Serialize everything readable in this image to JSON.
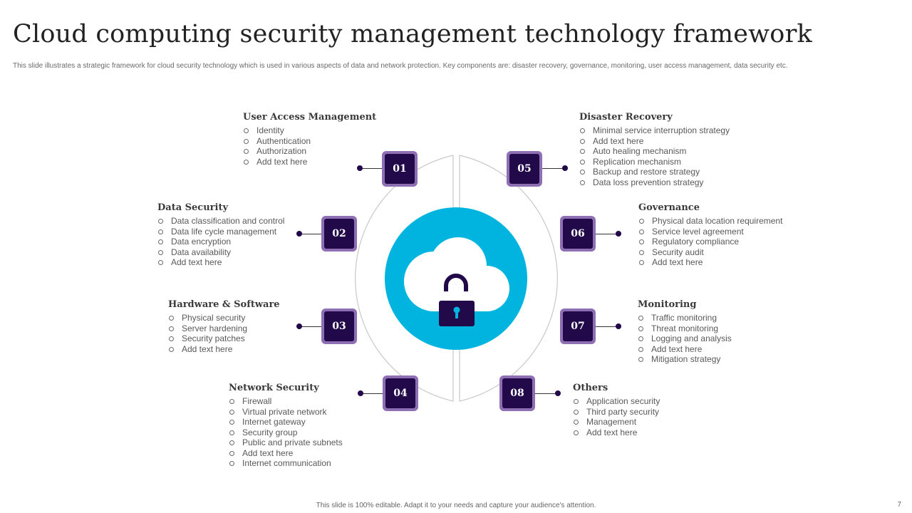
{
  "slide": {
    "title": "Cloud computing security management technology framework",
    "subtitle": "This slide illustrates a strategic framework for cloud security technology which is used in various aspects of data and network protection. Key components are: disaster recovery, governance, monitoring, user access management, data security etc.",
    "footer": "This slide is 100% editable.  Adapt it to your needs and capture your audience's attention.",
    "page_number": "7"
  },
  "colors": {
    "accent_cyan": "#00b4e0",
    "badge_dark": "#22094a",
    "badge_frame": "#8e6fb4"
  },
  "icons": {
    "center": "cloud-lock-icon"
  },
  "components": [
    {
      "number": "01",
      "title": "User Access Management",
      "items": [
        "Identity",
        "Authentication",
        "Authorization",
        "Add text here"
      ]
    },
    {
      "number": "02",
      "title": "Data Security",
      "items": [
        "Data classification and control",
        "Data life cycle management",
        "Data encryption",
        "Data availability",
        "Add text here"
      ]
    },
    {
      "number": "03",
      "title": "Hardware & Software",
      "items": [
        "Physical security",
        "Server hardening",
        "Security patches",
        "Add text here"
      ]
    },
    {
      "number": "04",
      "title": "Network Security",
      "items": [
        "Firewall",
        "Virtual private network",
        "Internet gateway",
        "Security group",
        "Public and private subnets",
        "Add text here",
        "Internet communication"
      ]
    },
    {
      "number": "05",
      "title": "Disaster Recovery",
      "items": [
        "Minimal service interruption strategy",
        "Add text here",
        "Auto healing mechanism",
        "Replication mechanism",
        "Backup and restore strategy",
        "Data loss prevention strategy"
      ]
    },
    {
      "number": "06",
      "title": "Governance",
      "items": [
        "Physical data location requirement",
        "Service level agreement",
        "Regulatory compliance",
        "Security audit",
        "Add text here"
      ]
    },
    {
      "number": "07",
      "title": "Monitoring",
      "items": [
        "Traffic monitoring",
        "Threat monitoring",
        "Logging and analysis",
        "Add text here",
        "Mitigation strategy"
      ]
    },
    {
      "number": "08",
      "title": "Others",
      "items": [
        "Application security",
        "Third party security",
        "Management",
        "Add text here"
      ]
    }
  ]
}
